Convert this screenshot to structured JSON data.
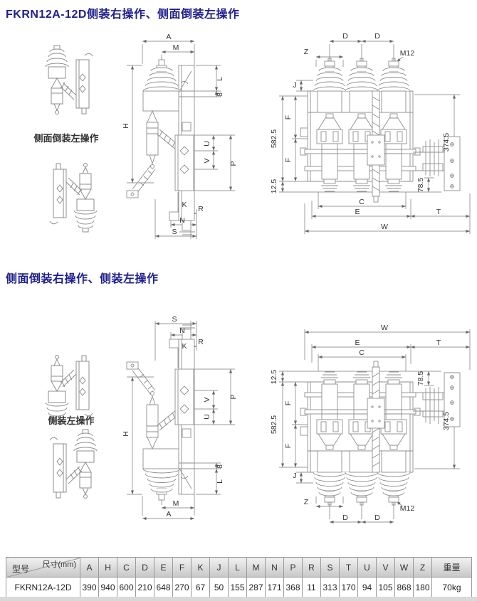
{
  "page": {
    "title1": "FKRN12A-12D侧装右操作、侧面倒装左操作",
    "title2": "侧面倒装右操作、侧装左操作",
    "label_top_left": "侧面倒装左操作",
    "label_bottom_left": "侧装左操作"
  },
  "dims": {
    "A": "A",
    "M": "M",
    "H": "H",
    "L": "L",
    "eight": "8",
    "U": "U",
    "V": "V",
    "P": "P",
    "K": "K",
    "R": "R",
    "N": "N",
    "S": "S",
    "Z": "Z",
    "D": "D",
    "M12": "M12",
    "J": "J",
    "F": "F",
    "C": "C",
    "E": "E",
    "T": "T",
    "W": "W",
    "h582": "582.5",
    "h125": "12.5",
    "h3745": "374.5",
    "h785": "78.5"
  },
  "table": {
    "corner_top": "尺寸(mm)",
    "corner_bottom": "型号",
    "columns": [
      "A",
      "H",
      "C",
      "D",
      "E",
      "F",
      "K",
      "J",
      "L",
      "M",
      "N",
      "P",
      "R",
      "S",
      "T",
      "U",
      "V",
      "W",
      "Z",
      "重量"
    ],
    "rows": [
      {
        "model": "FKRN12A-12D",
        "values": [
          "390",
          "940",
          "600",
          "210",
          "648",
          "270",
          "67",
          "50",
          "155",
          "287",
          "171",
          "368",
          "11",
          "313",
          "170",
          "94",
          "105",
          "868",
          "180",
          "70kg"
        ]
      }
    ]
  }
}
